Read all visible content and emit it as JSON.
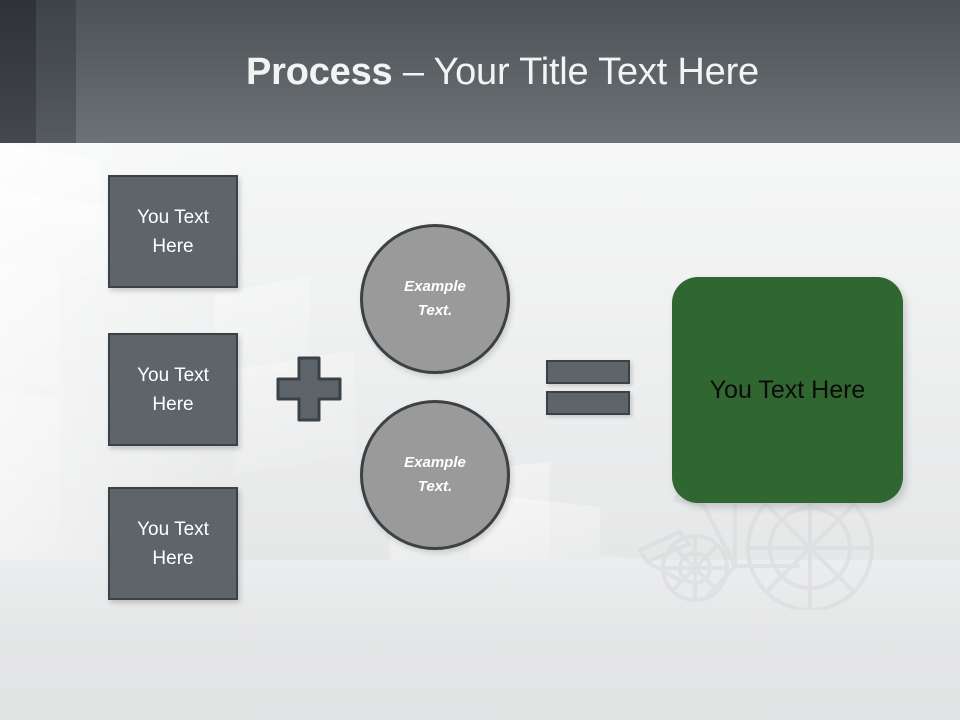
{
  "slide": {
    "title": {
      "bold_part": "Process",
      "separator": " – ",
      "light_part": "Your Title Text Here"
    },
    "theme": {
      "header_top_color": "#4c5156",
      "header_bottom_color": "#6d7276",
      "box_fill": "#5d646a",
      "box_border": "#3c4145",
      "circle_fill": "#9a9a9a",
      "accent_green": "#30662f",
      "background": "#e3e4e5",
      "title_color": "#f2f3f3"
    },
    "inputs": [
      {
        "line1": "You Text",
        "line2": "Here"
      },
      {
        "line1": "You Text",
        "line2": "Here"
      },
      {
        "line1": "You Text",
        "line2": "Here"
      }
    ],
    "operators": {
      "plus": "plus-sign",
      "equals": "equals-sign"
    },
    "circles": [
      {
        "line1": "Example",
        "line2": "Text."
      },
      {
        "line1": "Example",
        "line2": "Text."
      }
    ],
    "result": {
      "label": "You Text Here"
    },
    "background": {
      "photo": "wheelchair-and-steps"
    }
  }
}
